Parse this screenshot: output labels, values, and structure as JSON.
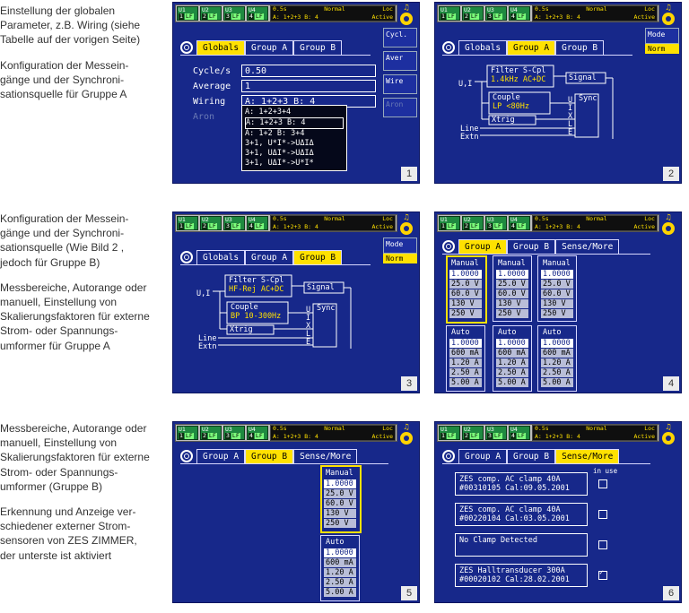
{
  "texts": {
    "t1": [
      "Einstellung der globalen",
      "Parameter, z.B. Wiring (siehe",
      "Tabelle auf der vorigen Seite)"
    ],
    "t2": [
      "Konfiguration der Messein-",
      "gänge und der Synchroni-",
      "sationsquelle für Gruppe A"
    ],
    "t3": [
      "Konfiguration der Messein-",
      "gänge und der Synchroni-",
      "sationsquelle (Wie Bild 2 ,",
      "jedoch für Gruppe B)"
    ],
    "t4": [
      "Messbereiche, Autorange oder",
      "manuell, Einstellung von",
      "Skalierungsfaktoren für externe",
      "Strom- oder Spannungs-",
      "umformer für Gruppe A"
    ],
    "t5": [
      "Messbereiche, Autorange oder",
      "manuell, Einstellung von",
      "Skalierungsfaktoren für externe",
      "Strom- oder Spannungs-",
      "umformer (Gruppe B)"
    ],
    "t6": [
      "Erkennung und Anzeige ver-",
      "schiedener externer Strom-",
      "sensoren von ZES ZIMMER,",
      "der unterste ist aktiviert"
    ]
  },
  "status": {
    "chan_prefix": "U",
    "u1": "U1",
    "u2": "U2",
    "u3": "U3",
    "u4": "U4",
    "chan_nums": [
      "1",
      "2",
      "3",
      "4"
    ],
    "lf": "LF",
    "box": "LF",
    "time": "0.5s",
    "mode": "Normal",
    "loc": "Loc",
    "active": "Active",
    "wiring": "A: 1+2+3  B: 4"
  },
  "tabs": {
    "globals": "Globals",
    "group_a": "Group A",
    "group_b": "Group B",
    "sense": "Sense/More"
  },
  "side": {
    "cycl": "Cycl.",
    "aver": "Aver",
    "wire": "Wire",
    "aron": "Aron",
    "mode": "Mode",
    "norm": "Norm"
  },
  "panel1": {
    "cycle_label": "Cycle/s",
    "cycle_value": "0.50",
    "avg_label": "Average",
    "avg_value": "1",
    "wiring_label": "Wiring",
    "wiring_value": "A: 1+2+3  B: 4",
    "aron_label": "Aron",
    "options": [
      "A: 1+2+3+4",
      "A: 1+2+3  B: 4",
      "A: 1+2   B: 3+4",
      "3+1, U*I*->UΔIΔ",
      "3+1, UΔI*->UΔIΔ",
      "3+1, UΔI*->U*I*"
    ]
  },
  "diagram": {
    "input": "U,I",
    "filter_label": "Filter  S-Cpl",
    "filter_a": "1.4kHz AC+DC",
    "filter_b": "HF-Rej AC+DC",
    "couple_label": "Couple",
    "couple_a": "LP <80Hz",
    "couple_b": "BP 10-300Hz",
    "xtrig": "Xtrig",
    "line": "Line",
    "extn": "Extn",
    "signal": "Signal",
    "sync": "Sync",
    "sync_pins": [
      "U",
      "I",
      "X",
      "L",
      "E"
    ]
  },
  "ranges_a": {
    "top": [
      {
        "head": "Manual",
        "vals": [
          "1.0000",
          "25.0 V",
          "60.0 V",
          "130 V",
          "250 V"
        ]
      },
      {
        "head": "Manual",
        "vals": [
          "1.0000",
          "25.0 V",
          "60.0 V",
          "130 V",
          "250 V"
        ]
      },
      {
        "head": "Manual",
        "vals": [
          "1.0000",
          "25.0 V",
          "60.0 V",
          "130 V",
          "250 V"
        ]
      }
    ],
    "bottom": [
      {
        "head": "Auto",
        "vals": [
          "1.0000",
          "600 mA",
          "1.20 A",
          "2.50 A",
          "5.00 A"
        ]
      },
      {
        "head": "Auto",
        "vals": [
          "1.0000",
          "600 mA",
          "1.20 A",
          "2.50 A",
          "5.00 A"
        ]
      },
      {
        "head": "Auto",
        "vals": [
          "1.0000",
          "600 mA",
          "1.20 A",
          "2.50 A",
          "5.00 A"
        ]
      }
    ]
  },
  "ranges_b": {
    "top": {
      "head": "Manual",
      "vals": [
        "1.0000",
        "25.0 V",
        "60.0 V",
        "130 V",
        "250 V"
      ]
    },
    "bottom": {
      "head": "Auto",
      "vals": [
        "1.0000",
        "600 mA",
        "1.20 A",
        "2.50 A",
        "5.00 A"
      ]
    }
  },
  "sensors": {
    "in_use": "in use",
    "items": [
      {
        "l1": "ZES comp. AC clamp 40A",
        "l2": "#00310105  Cal:09.05.2001"
      },
      {
        "l1": "ZES comp. AC clamp 40A",
        "l2": "#00220104  Cal:03.05.2001"
      },
      {
        "l1": "No Clamp Detected",
        "l2": ""
      },
      {
        "l1": "ZES Halltransducer 300A",
        "l2": "#00020102  Cal:28.02.2001"
      }
    ]
  },
  "numbers": [
    "1",
    "2",
    "3",
    "4",
    "5",
    "6"
  ],
  "colors": {
    "background": "#17288a",
    "highlight": "#ffe100",
    "channel": "#1f8a40"
  }
}
